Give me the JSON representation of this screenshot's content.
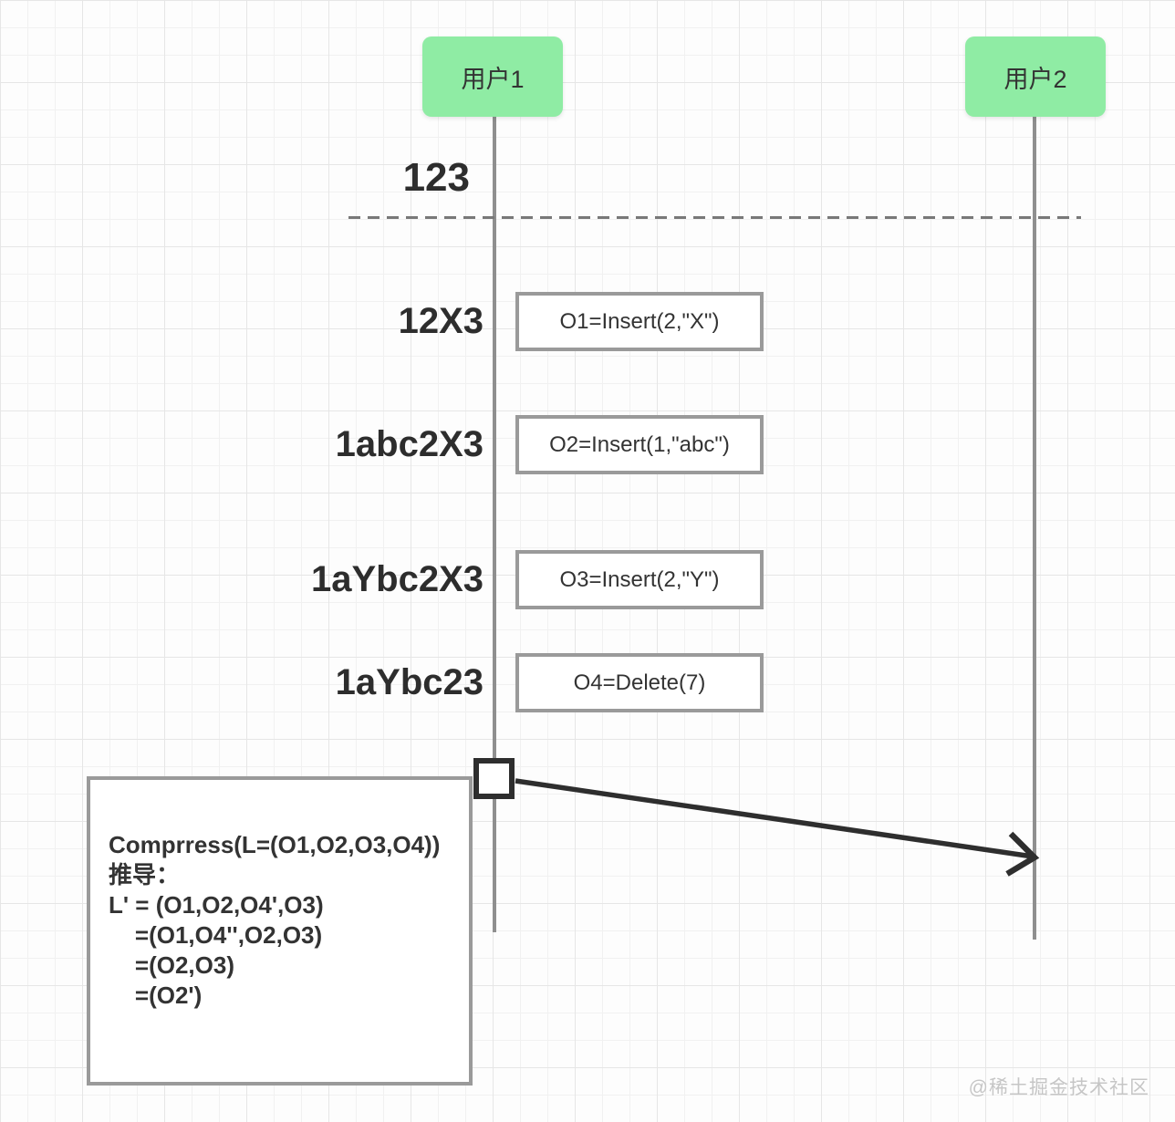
{
  "actors": [
    {
      "label": "用户1"
    },
    {
      "label": "用户2"
    }
  ],
  "initial_state": "123",
  "steps": [
    {
      "state": "12X3",
      "operation": "O1=Insert(2,\"X\")"
    },
    {
      "state": "1abc2X3",
      "operation": "O2=Insert(1,\"abc\")"
    },
    {
      "state": "1aYbc2X3",
      "operation": "O3=Insert(2,\"Y\")"
    },
    {
      "state": "1aYbc23",
      "operation": "O4=Delete(7)"
    }
  ],
  "note": {
    "lines": [
      "Comprress(L=(O1,O2,O3,O4))",
      "推导：",
      "L' = (O1,O2,O4',O3)",
      "    =(O1,O4'',O2,O3)",
      "    =(O2,O3)",
      "    =(O2')"
    ]
  },
  "watermark": "@稀土掘金技术社区",
  "colors": {
    "actor_bg": "#8feca4",
    "lifeline_gray": "#8f8f8f",
    "box_border": "#9a9a9a",
    "arrow_dark": "#2e2e2e",
    "text_dark": "#333333",
    "watermark_gray": "#c6c6c6"
  }
}
